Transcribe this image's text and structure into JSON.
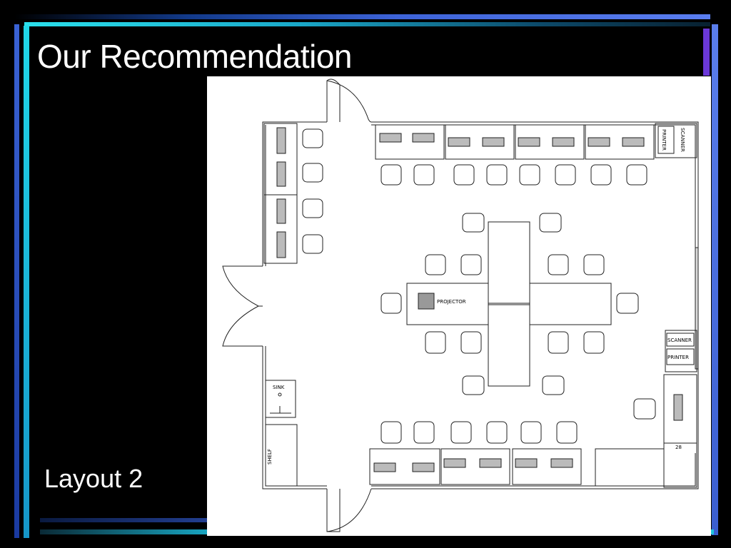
{
  "slide": {
    "title": "Our Recommendation",
    "subtitle": "Layout 2"
  },
  "floorplan": {
    "labels": {
      "projector": "PROJECTOR",
      "printer_top": "PRINTER",
      "scanner_top": "SCANNER",
      "scanner_right": "SCANNER",
      "printer_right": "PRINTER",
      "sink": "SINK",
      "shelf": "SHELF",
      "small_number": "28"
    }
  },
  "colors": {
    "background": "#000000",
    "bar_cyan": "#22c8dc",
    "bar_blue": "#4a6ad0",
    "bar_purple": "#6a3ad8",
    "text": "#ffffff"
  }
}
